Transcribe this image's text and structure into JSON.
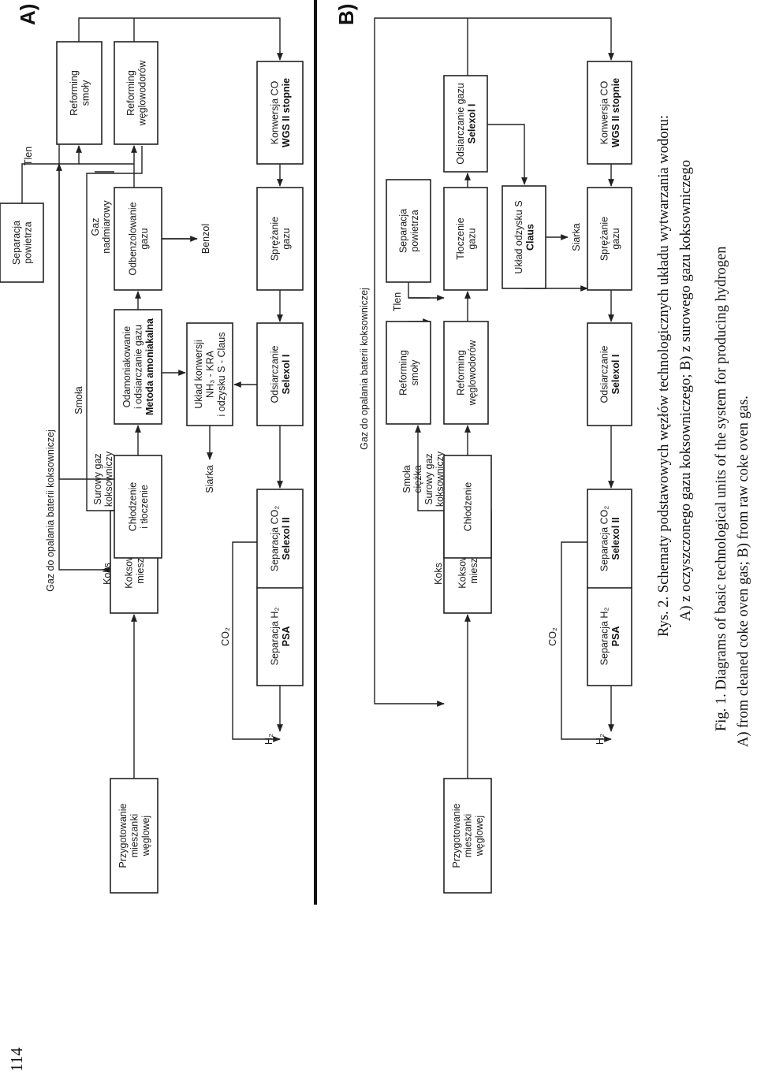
{
  "page_number": "114",
  "sections": {
    "a": "A)",
    "b": "B)"
  },
  "captions": {
    "pl_1": "Rys. 2. Schematy podstawowych węzłów technologicznych układu wytwarzania wodoru:",
    "pl_2": "A) z oczyszczonego gazu koksowniczego; B) z surowego gazu koksowniczego",
    "en_1": "Fig. 1. Diagrams of basic technological units of the system for producing hydrogen",
    "en_2": "A) from cleaned coke oven gas; B) from raw coke oven gas."
  },
  "diagram_a": {
    "boxes": [
      {
        "id": "a1",
        "lines": [
          "Przygotowanie",
          "mieszanki",
          "węglowej"
        ],
        "bold": []
      },
      {
        "id": "a2",
        "lines": [
          "Koksowanie",
          "mieszanki"
        ],
        "bold": []
      },
      {
        "id": "a3",
        "lines": [
          "Chłodzenie",
          "i tłoczenie"
        ],
        "bold": []
      },
      {
        "id": "a4",
        "lines": [
          "Odamoniakowanie",
          "i odsiarczanie gazu",
          "Metoda amoniakalna"
        ],
        "bold": [
          2
        ]
      },
      {
        "id": "a5",
        "lines": [
          "Odbenzolowanie",
          "gazu"
        ],
        "bold": []
      },
      {
        "id": "a6",
        "lines": [
          "Separacja",
          "powietrza"
        ],
        "bold": []
      },
      {
        "id": "a7",
        "lines": [
          "Reforming",
          "smoły"
        ],
        "bold": []
      },
      {
        "id": "a8",
        "lines": [
          "Reforming",
          "węglowodorów"
        ],
        "bold": []
      },
      {
        "id": "a9",
        "lines": [
          "Układ konwersji",
          "NH₃ - KRA",
          "i odzysku S - Claus"
        ],
        "bold": []
      },
      {
        "id": "a10",
        "lines": [
          "Separacja H₂",
          "PSA"
        ],
        "bold": [
          1
        ]
      },
      {
        "id": "a11",
        "lines": [
          "Separacja CO₂",
          "Selexol II"
        ],
        "bold": [
          1
        ]
      },
      {
        "id": "a12",
        "lines": [
          "Odsiarczanie",
          "Selexol I"
        ],
        "bold": [
          1
        ]
      },
      {
        "id": "a13",
        "lines": [
          "Sprężanie",
          "gazu"
        ],
        "bold": []
      },
      {
        "id": "a14",
        "lines": [
          "Konwersja CO",
          "WGS II stopnie"
        ],
        "bold": [
          1
        ]
      }
    ],
    "labels": {
      "koks": "Koks",
      "surowy": [
        "Surowy gaz",
        "koksowniczy"
      ],
      "gaz_opalania": "Gaz do opalania baterii koksowniczej",
      "smola": "Smoła",
      "tlen": "Tlen",
      "gaz_nadmiarowy": [
        "Gaz",
        "nadmiarowy"
      ],
      "benzol": "Benzol",
      "siarka": "Siarka",
      "co2": "CO₂",
      "h2": "H₂"
    }
  },
  "diagram_b": {
    "boxes": [
      {
        "id": "b1",
        "lines": [
          "Przygotowanie",
          "mieszanki",
          "węglowej"
        ],
        "bold": []
      },
      {
        "id": "b2",
        "lines": [
          "Koksowanie",
          "mieszanki"
        ],
        "bold": []
      },
      {
        "id": "b3",
        "lines": [
          "Chłodzenie"
        ],
        "bold": []
      },
      {
        "id": "b4",
        "lines": [
          "Reforming",
          "smoły"
        ],
        "bold": []
      },
      {
        "id": "b5",
        "lines": [
          "Separacja",
          "powietrza"
        ],
        "bold": []
      },
      {
        "id": "b6",
        "lines": [
          "Reforming",
          "węglowodorów"
        ],
        "bold": []
      },
      {
        "id": "b7",
        "lines": [
          "Tłoczenie",
          "gazu"
        ],
        "bold": []
      },
      {
        "id": "b8",
        "lines": [
          "Odsiarczanie gazu",
          "Selexol I"
        ],
        "bold": [
          1
        ]
      },
      {
        "id": "b9",
        "lines": [
          "Układ odzysku S",
          "Claus"
        ],
        "bold": [
          1
        ]
      },
      {
        "id": "b10",
        "lines": [
          "Separacja H₂",
          "PSA"
        ],
        "bold": [
          1
        ]
      },
      {
        "id": "b11",
        "lines": [
          "Separacja CO₂",
          "Selexol II"
        ],
        "bold": [
          1
        ]
      },
      {
        "id": "b12",
        "lines": [
          "Odsiarczanie",
          "Selexol I"
        ],
        "bold": [
          1
        ]
      },
      {
        "id": "b13",
        "lines": [
          "Sprężanie",
          "gazu"
        ],
        "bold": []
      },
      {
        "id": "b14",
        "lines": [
          "Konwersja CO",
          "WGS II stopnie"
        ],
        "bold": [
          1
        ]
      }
    ],
    "labels": {
      "koks": "Koks",
      "surowy": [
        "Surowy gaz",
        "koksowniczy"
      ],
      "gaz_opalania": "Gaz do opalania baterii koksowniczej",
      "smola": [
        "Smoła",
        "ciężka"
      ],
      "tlen": "Tlen",
      "siarka": "Siarka",
      "co2": "CO₂",
      "h2": "H₂"
    }
  }
}
